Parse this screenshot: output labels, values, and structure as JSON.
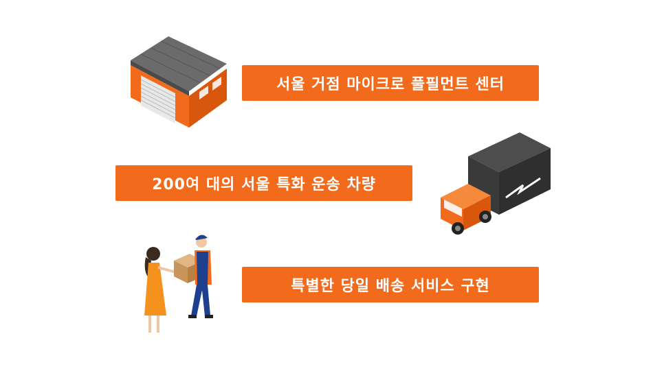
{
  "features": [
    {
      "id": "fulfillment-center",
      "label": "서울 거점 마이크로 풀필먼트 센터",
      "icon": "warehouse-icon"
    },
    {
      "id": "fleet",
      "label": "200여 대의 서울 특화 운송 차량",
      "icon": "truck-icon"
    },
    {
      "id": "same-day",
      "label": "특별한 당일 배송 서비스 구현",
      "icon": "delivery-person-icon"
    }
  ],
  "colors": {
    "accent": "#f26a1b",
    "dark": "#3a3a3a",
    "background": "#ffffff"
  }
}
